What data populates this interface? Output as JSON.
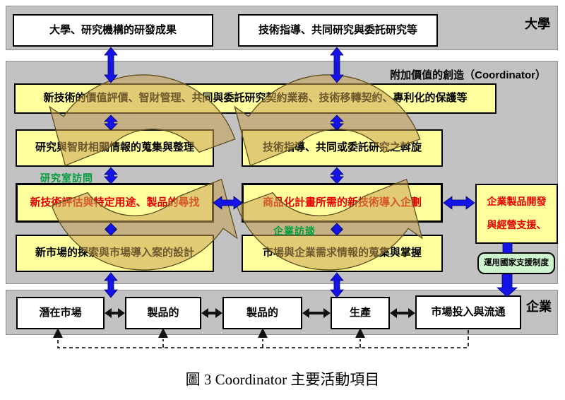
{
  "colors": {
    "band_gray": "#c2c2c2",
    "box_yellow": "#ffff9e",
    "box_green": "#cdf5cd",
    "arrow_blue": "#1414e6",
    "cycle_arrow_tan": "#c8a052",
    "text_red": "#e80000",
    "text_green": "#009e3c"
  },
  "top_band": {
    "label": "大學",
    "boxes": [
      {
        "text": "大學、研究機構的研發成果"
      },
      {
        "text": "技術指導、共同研究與委託研究等"
      }
    ]
  },
  "middle_band": {
    "label": "附加價值的創造（Coordinator）",
    "wide_box": "新技術的價值評價、智財管理、共同與委託研究契約業務、技術移轉契約、專利化的保護等",
    "left_col": [
      "研究與智財相關情報的蒐集與整理",
      "新技術評估與特定用途、製品的尋找",
      "新市場的探索與市場導入案的設計"
    ],
    "right_col": [
      "技術指導、共同或委託研究之斡旋",
      "商品化計畫所需的新技術導入企劃",
      "市場與企業需求情報的蒐集與掌握"
    ],
    "green_labels": [
      "研究室訪問",
      "企業訪談"
    ],
    "side_box_lines": [
      "企業製品開發",
      "與經營支援、"
    ],
    "green_box": "運用國家支援制度"
  },
  "bottom_band": {
    "label": "企業",
    "boxes": [
      "潛在市場",
      "製品的",
      "製品的",
      "生產",
      "市場投入與流通"
    ]
  },
  "caption": "圖 3 Coordinator 主要活動項目"
}
